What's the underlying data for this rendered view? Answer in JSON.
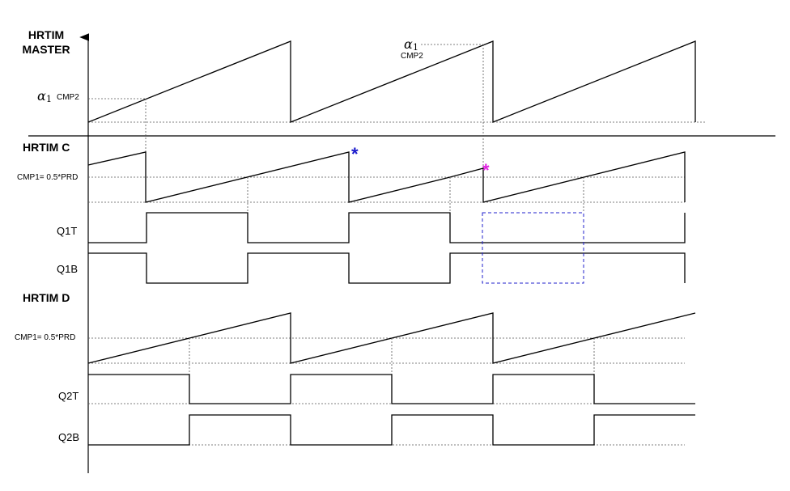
{
  "sections": {
    "master_title_line1": "HRTIM",
    "master_title_line2": "MASTER",
    "c_title": "HRTIM C",
    "d_title": "HRTIM D"
  },
  "master": {
    "alpha_symbol": "α",
    "alpha_index": "1",
    "cmp2_label": "CMP2"
  },
  "timer_c": {
    "cmp1_label": "CMP1= 0.5*PRD",
    "q1t_label": "Q1T",
    "q1b_label": "Q1B",
    "marker_blue": "*",
    "marker_magenta": "*"
  },
  "timer_d": {
    "cmp1_label": "CMP1= 0.5*PRD",
    "q2t_label": "Q2T",
    "q2b_label": "Q2B"
  },
  "colors": {
    "ink": "#000000",
    "marker_blue": "#1a1acc",
    "marker_magenta": "#e020e0",
    "highlight_box": "#2222cc"
  }
}
